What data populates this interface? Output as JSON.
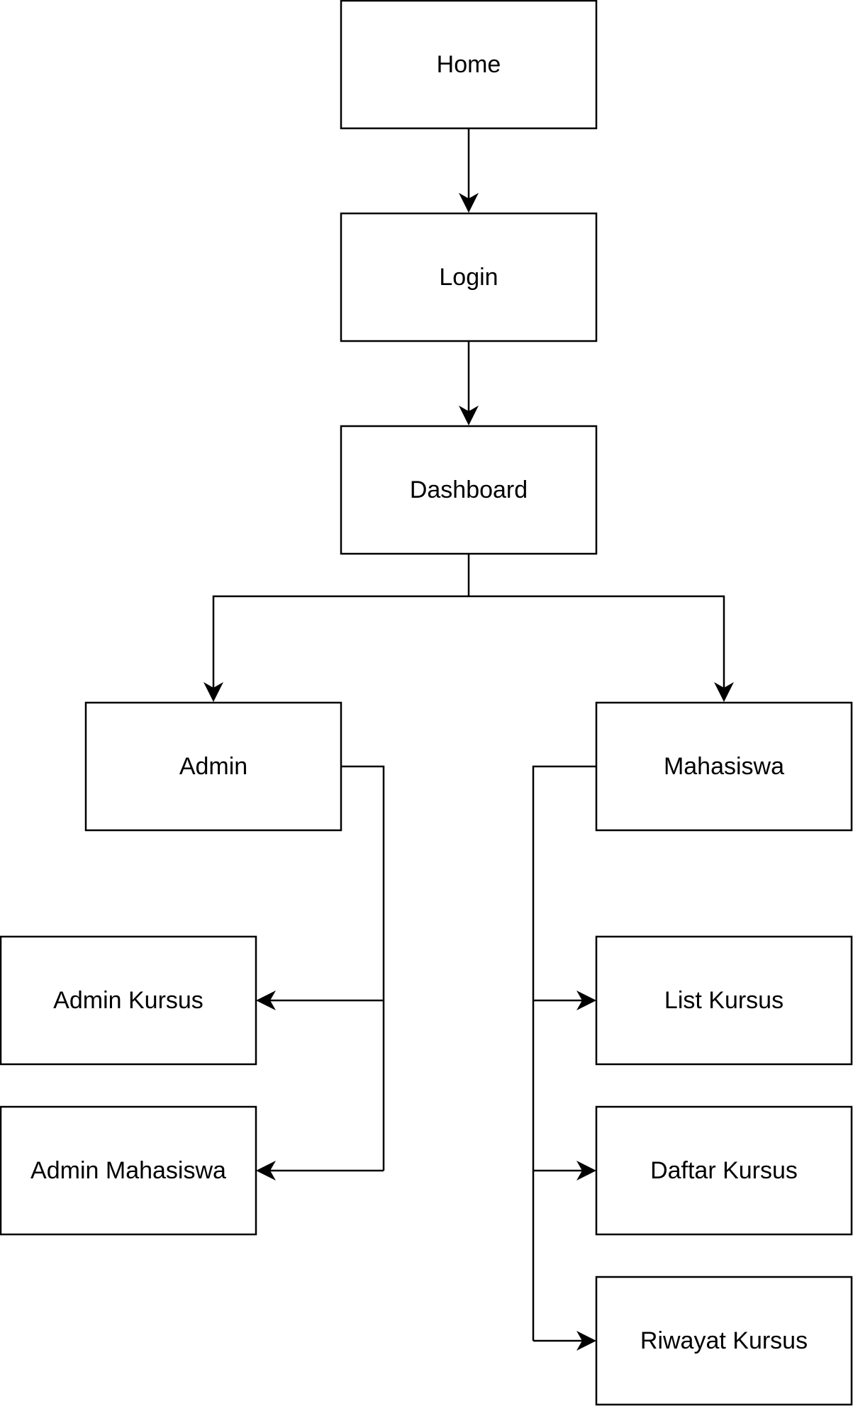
{
  "nodes": {
    "home": "Home",
    "login": "Login",
    "dashboard": "Dashboard",
    "admin": "Admin",
    "mahasiswa": "Mahasiswa",
    "admin_kursus": "Admin Kursus",
    "admin_mahasiswa": "Admin Mahasiswa",
    "list_kursus": "List Kursus",
    "daftar_kursus": "Daftar Kursus",
    "riwayat_kursus": "Riwayat Kursus"
  },
  "colors": {
    "stroke": "#000000",
    "fill": "#ffffff",
    "text": "#000000"
  }
}
